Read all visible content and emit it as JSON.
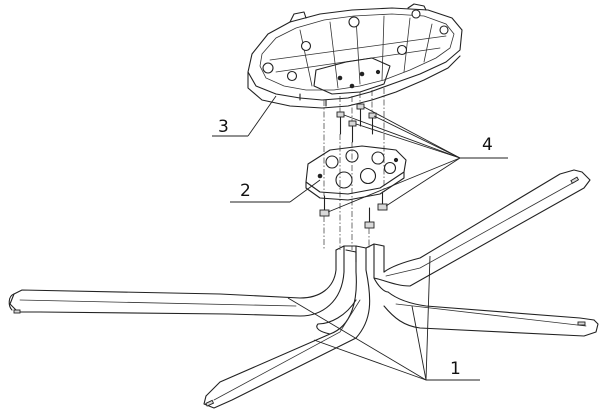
{
  "labels": {
    "part_1": "1",
    "part_2": "2",
    "part_3": "3",
    "part_4": "4"
  }
}
